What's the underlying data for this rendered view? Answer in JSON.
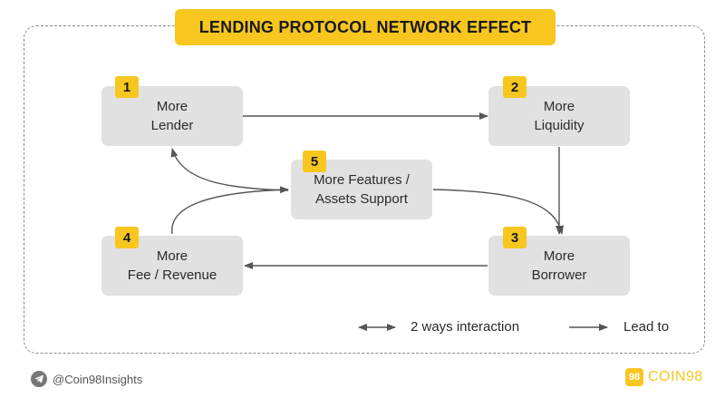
{
  "title": "LENDING PROTOCOL NETWORK EFFECT",
  "nodes": [
    {
      "id": 1,
      "badge": "1",
      "line1": "More",
      "line2": "Lender"
    },
    {
      "id": 2,
      "badge": "2",
      "line1": "More",
      "line2": "Liquidity"
    },
    {
      "id": 3,
      "badge": "3",
      "line1": "More",
      "line2": "Borrower"
    },
    {
      "id": 4,
      "badge": "4",
      "line1": "More",
      "line2": "Fee / Revenue"
    },
    {
      "id": 5,
      "badge": "5",
      "line1": "More Features /",
      "line2": "Assets Support"
    }
  ],
  "edges": [
    {
      "from": 1,
      "to": 2,
      "kind": "lead-to"
    },
    {
      "from": 2,
      "to": 3,
      "kind": "lead-to"
    },
    {
      "from": 3,
      "to": 4,
      "kind": "lead-to"
    },
    {
      "from": 4,
      "to": 5,
      "kind": "lead-to"
    },
    {
      "from": 5,
      "to": 1,
      "kind": "lead-to"
    },
    {
      "from": 5,
      "to": 3,
      "kind": "lead-to"
    }
  ],
  "legend": {
    "two_way": "2 ways interaction",
    "lead_to": "Lead to"
  },
  "footer": {
    "handle": "@Coin98Insights",
    "logo_mark": "98",
    "logo_text": "COIN98"
  },
  "colors": {
    "accent": "#f7c71f",
    "node_bg": "#e1e1e1",
    "arrow": "#555555"
  },
  "icons": [
    "telegram-icon",
    "coin98-logo-icon"
  ]
}
